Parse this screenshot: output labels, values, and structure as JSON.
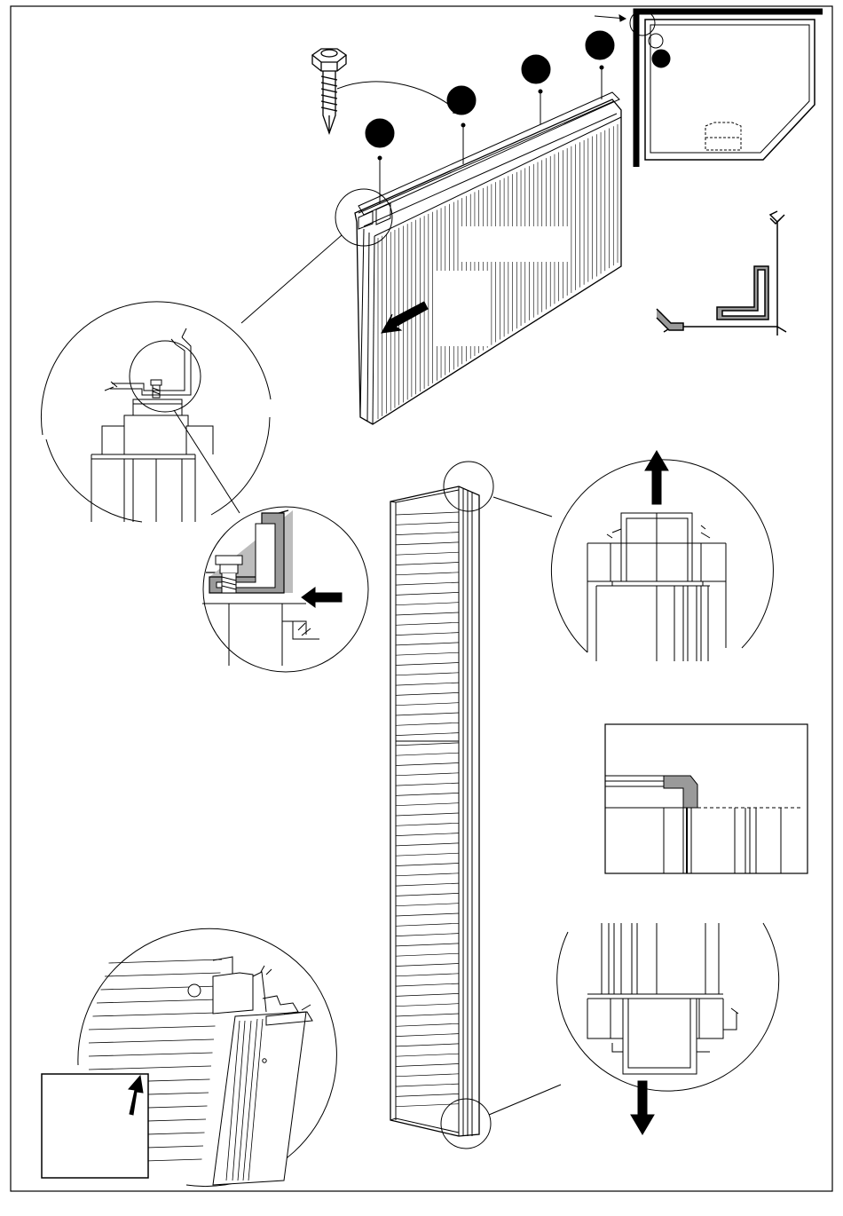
{
  "page": {
    "description_free": true
  },
  "colors": {
    "ink": "#000000",
    "paper": "#ffffff",
    "shade": "#9a9a9a",
    "light_shade": "#d9d9d9"
  },
  "callouts": [
    {
      "name": "step-marker-1",
      "kind": "filled-circle"
    },
    {
      "name": "step-marker-2",
      "kind": "filled-circle"
    },
    {
      "name": "step-marker-3",
      "kind": "filled-circle"
    },
    {
      "name": "step-marker-4",
      "kind": "filled-circle"
    }
  ],
  "icons": {
    "screw": "self-drilling-screw-icon",
    "arrow_left": "arrow-left-icon",
    "arrow_up": "arrow-up-icon",
    "arrow_down": "arrow-down-icon",
    "profile": "corner-profile-icon"
  }
}
